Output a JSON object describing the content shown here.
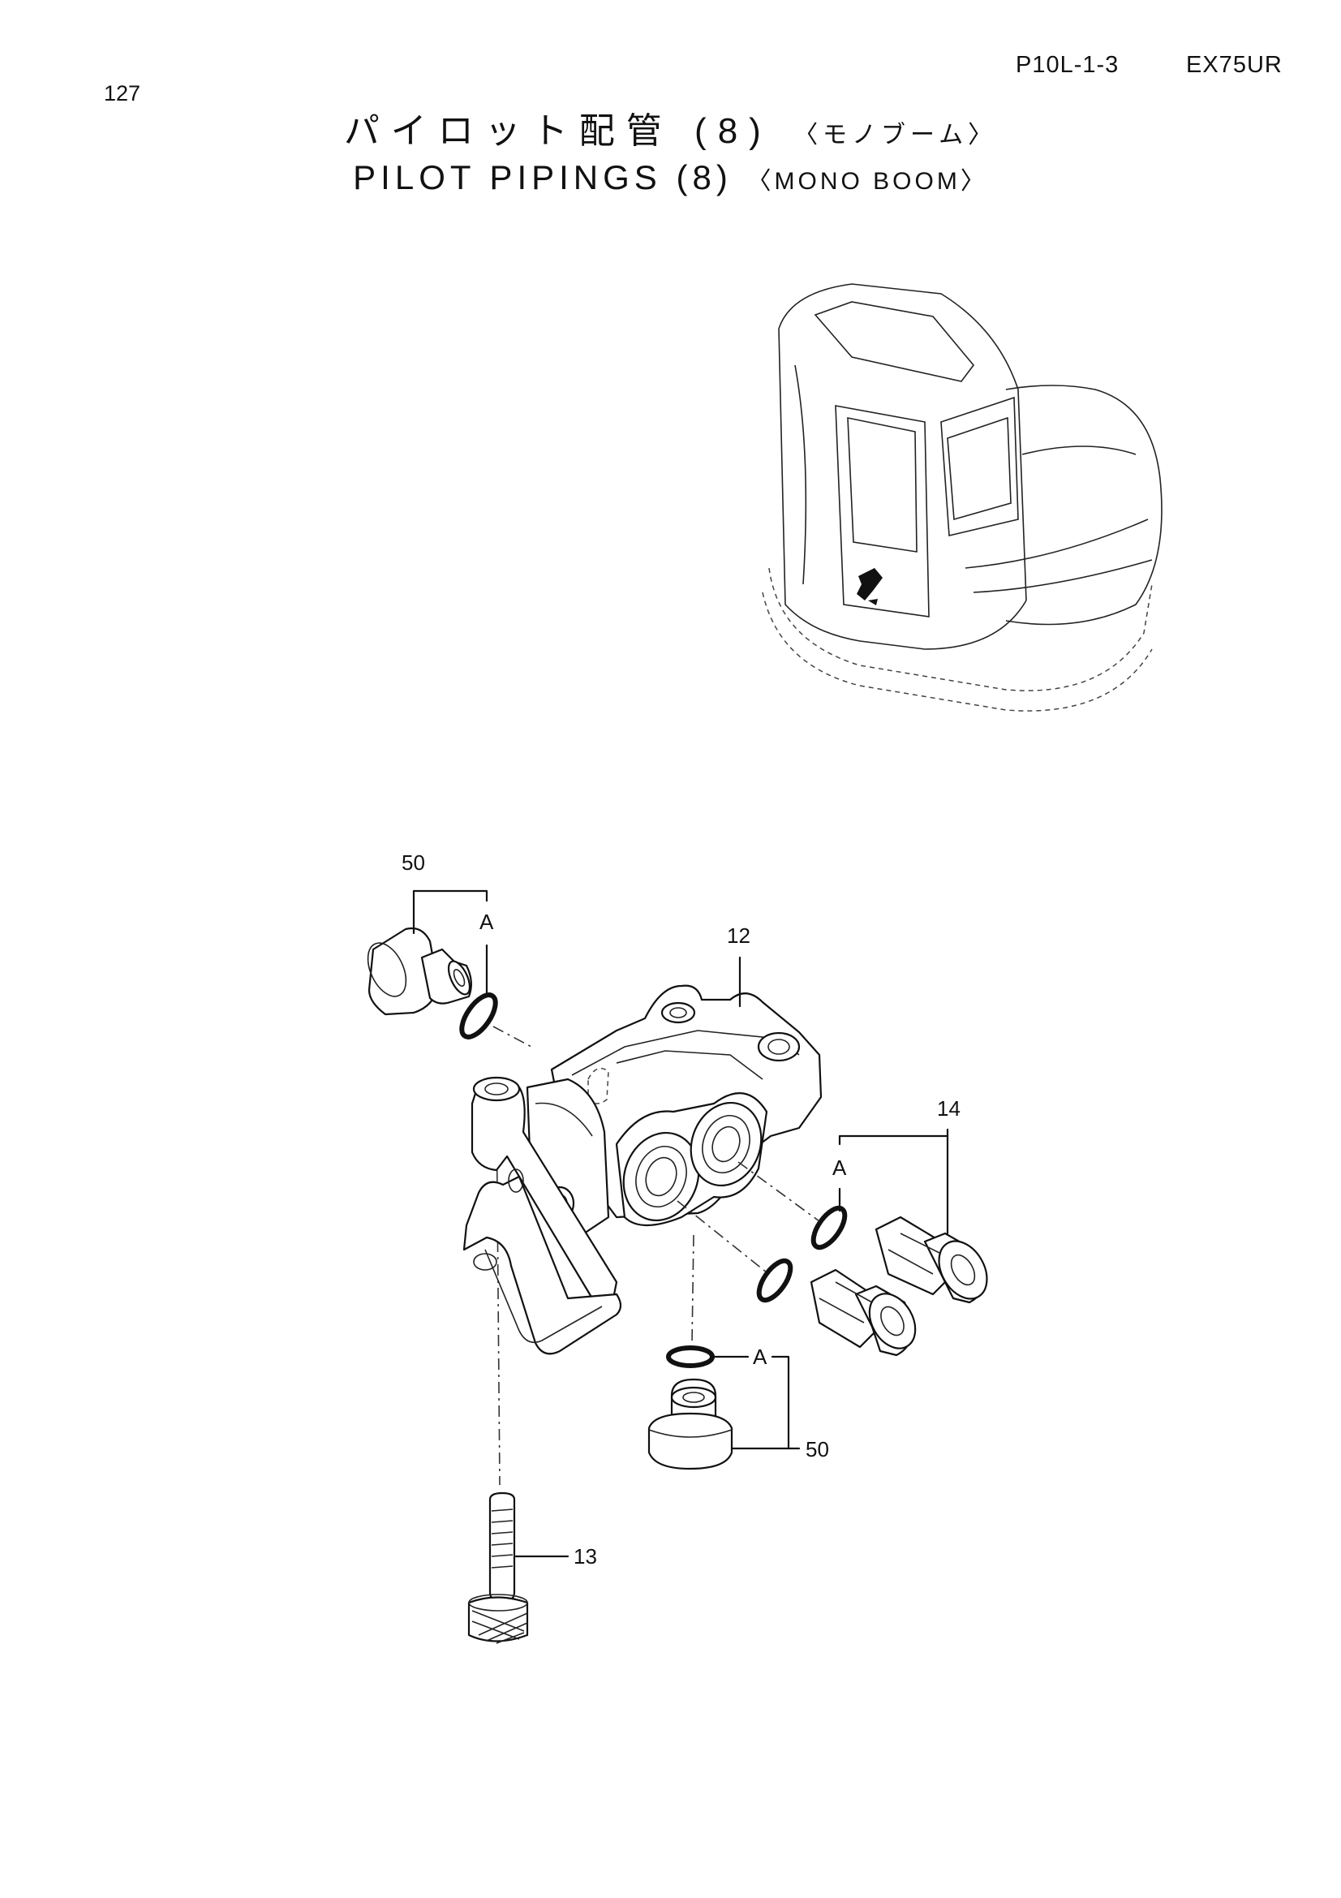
{
  "header": {
    "page_number": "127",
    "section_code": "P10L-1-3",
    "model_code": "EX75UR"
  },
  "title": {
    "ja_main": "パイロット配管",
    "ja_num": "(8)",
    "ja_sub": "〈モノブーム〉",
    "en_main": "PILOT PIPINGS",
    "en_num": "(8)",
    "en_sub": "〈MONO BOOM〉"
  },
  "callouts": {
    "part_50_top": "50",
    "part_12": "12",
    "part_14": "14",
    "part_13": "13",
    "part_50_bottom": "50",
    "ref_a_top": "A",
    "ref_a_right": "A",
    "ref_a_bottom": "A"
  }
}
